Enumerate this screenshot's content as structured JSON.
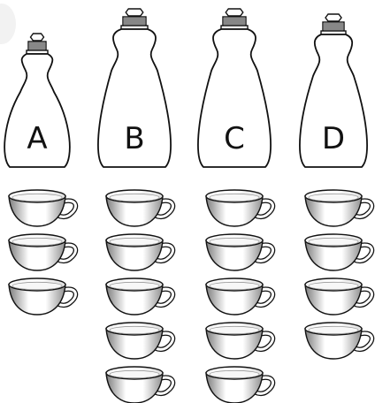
{
  "bottles": [
    {
      "label": "A",
      "cups": 3
    },
    {
      "label": "B",
      "cups": 5
    },
    {
      "label": "C",
      "cups": 5
    },
    {
      "label": "D",
      "cups": 4
    }
  ],
  "colors": {
    "outline": "#111111",
    "cup_shade_light": "#ffffff",
    "cup_shade_dark": "#8c8c8c",
    "background": "#ffffff"
  },
  "icons": {
    "bottle": "dish-soap-bottle-icon",
    "cup": "teacup-icon"
  }
}
